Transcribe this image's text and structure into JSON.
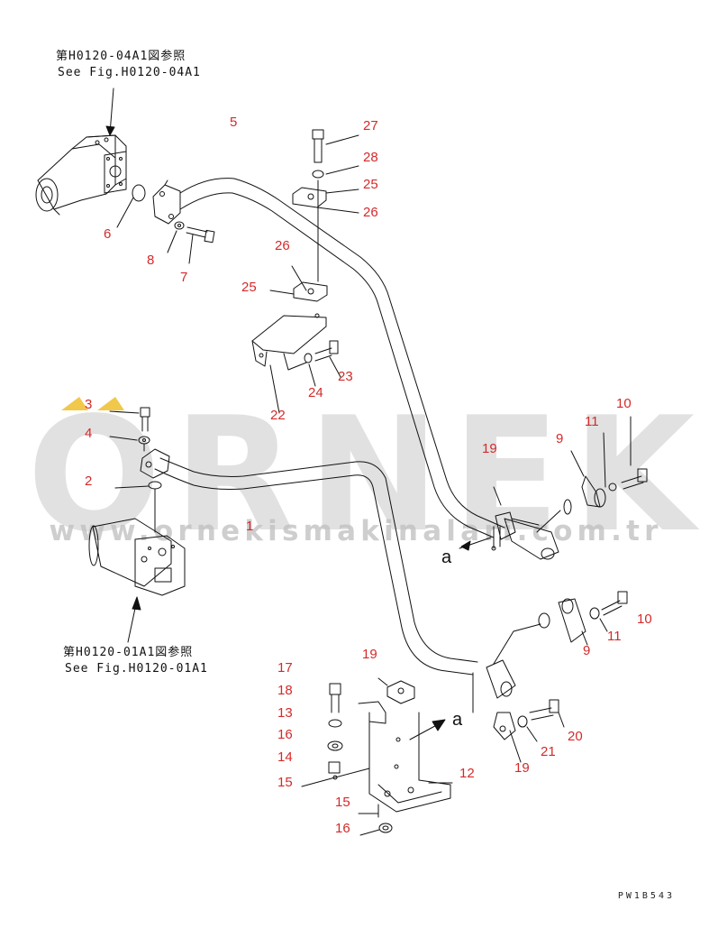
{
  "references": {
    "top_jp": "第H0120-04A1図参照",
    "top_en": "See Fig.H0120-04A1",
    "bottom_jp": "第H0120-01A1図参照",
    "bottom_en": "See Fig.H0120-01A1"
  },
  "callouts": {
    "c1": "1",
    "c2": "2",
    "c3": "3",
    "c4": "4",
    "c5": "5",
    "c6": "6",
    "c7": "7",
    "c8": "8",
    "c9a": "9",
    "c9b": "9",
    "c10a": "10",
    "c10b": "10",
    "c11a": "11",
    "c11b": "11",
    "c12": "12",
    "c13": "13",
    "c14": "14",
    "c15a": "15",
    "c15b": "15",
    "c16a": "16",
    "c16b": "16",
    "c17": "17",
    "c18": "18",
    "c19a": "19",
    "c19b": "19",
    "c19c": "19",
    "c20": "20",
    "c21": "21",
    "c22": "22",
    "c23": "23",
    "c24": "24",
    "c25a": "25",
    "c25b": "25",
    "c26a": "26",
    "c26b": "26",
    "c27": "27",
    "c28": "28"
  },
  "view_marks": {
    "a1": "a",
    "a2": "a"
  },
  "watermark": {
    "brand": "ORNEK",
    "url": "www.ornekismakinalari.com.tr"
  },
  "drawing_code": "PW1B543",
  "colors": {
    "callout": "#d42a2a",
    "line": "#111111",
    "watermark": "#c8c8c8",
    "watermark_accent": "#f2c84b"
  }
}
